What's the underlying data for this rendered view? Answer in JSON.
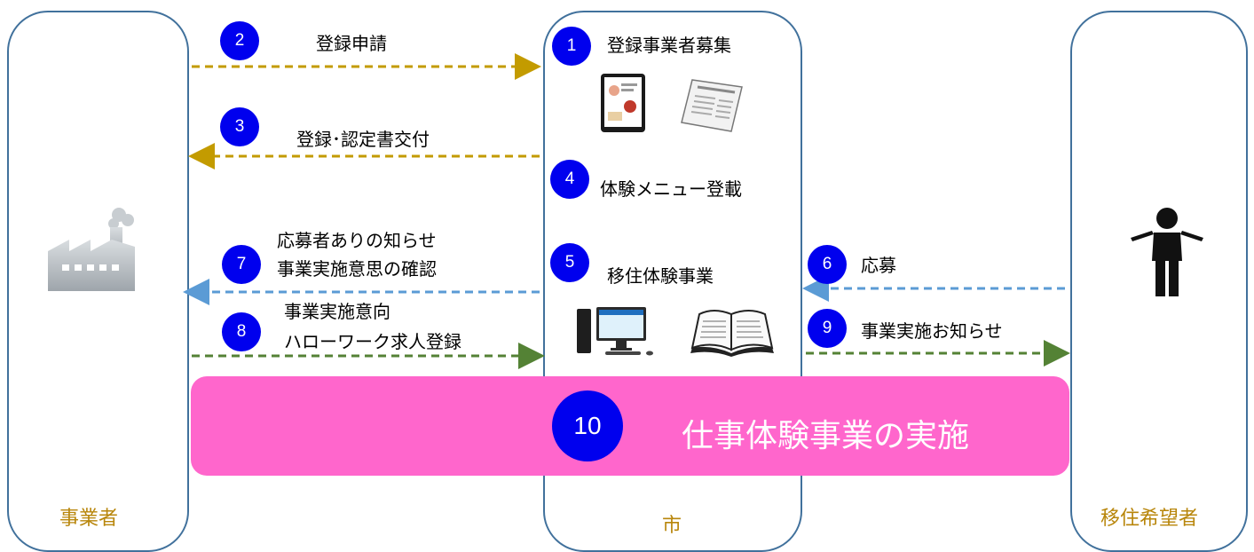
{
  "lanes": {
    "business": "事業者",
    "city": "市",
    "migrant": "移住希望者"
  },
  "steps": [
    {
      "num": "1",
      "text": "登録事業者募集"
    },
    {
      "num": "2",
      "text": "登録申請"
    },
    {
      "num": "3",
      "text": "登録･認定書交付"
    },
    {
      "num": "4",
      "text": "体験メニュー登載"
    },
    {
      "num": "5",
      "text": "移住体験事業"
    },
    {
      "num": "6",
      "text": "応募"
    },
    {
      "num": "7",
      "line1": "応募者ありの知らせ",
      "line2": "事業実施意思の確認"
    },
    {
      "num": "8",
      "line1": "事業実施意向",
      "line2": "ハローワーク求人登録"
    },
    {
      "num": "9",
      "text": "事業実施お知らせ"
    },
    {
      "num": "10",
      "text": "仕事体験事業の実施"
    }
  ],
  "colors": {
    "lane_border": "#41719c",
    "gold_arrow": "#c39b00",
    "blue_arrow": "#5b9bd5",
    "green_arrow": "#548235",
    "step_circle": "#0000ee",
    "banner": "#ff66cc",
    "lane_label": "#b8860b"
  },
  "icons": [
    "factory-icon",
    "tablet-brochure-icon",
    "newspaper-icon",
    "computer-icon",
    "open-book-icon",
    "person-icon"
  ]
}
